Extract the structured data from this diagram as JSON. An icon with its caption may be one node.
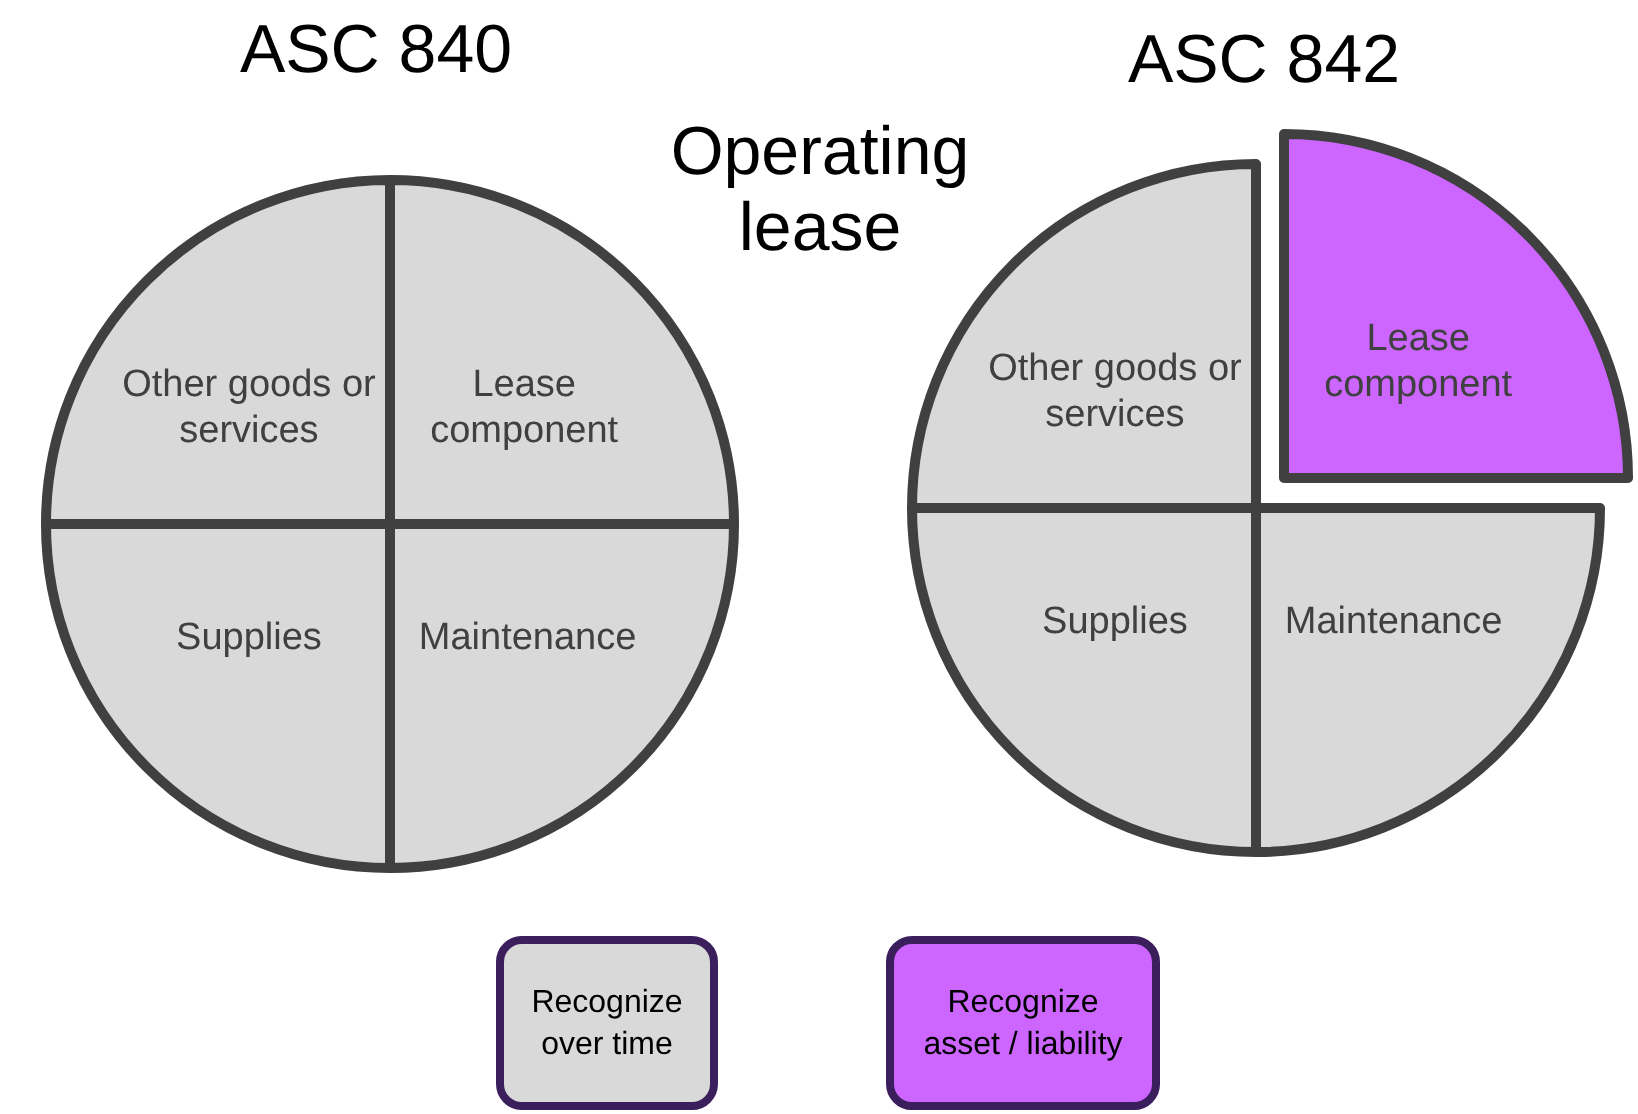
{
  "diagram": {
    "nodes": [
      {
        "text": [
          "Other goods or services"
        ]
      },
      {
        "text": [
          "Lease component"
        ]
      },
      {
        "text": [
          "Supplies"
        ]
      },
      {
        "text": [
          "Maintenance"
        ]
      },
      {
        "text": [
          "Other goods or services"
        ]
      },
      {
        "text": [
          "Lease component"
        ]
      },
      {
        "text": [
          "Supplies"
        ]
      },
      {
        "text": [
          "Maintenance"
        ]
      }
    ],
    "labels": [
      "ASC 840",
      "ASC 842",
      "Operating lease"
    ],
    "legend": [
      {
        "text": "Recognize over time",
        "color": "#d9d9d9"
      },
      {
        "text": "Recognize asset / liability",
        "color": "#cc66ff"
      }
    ]
  }
}
